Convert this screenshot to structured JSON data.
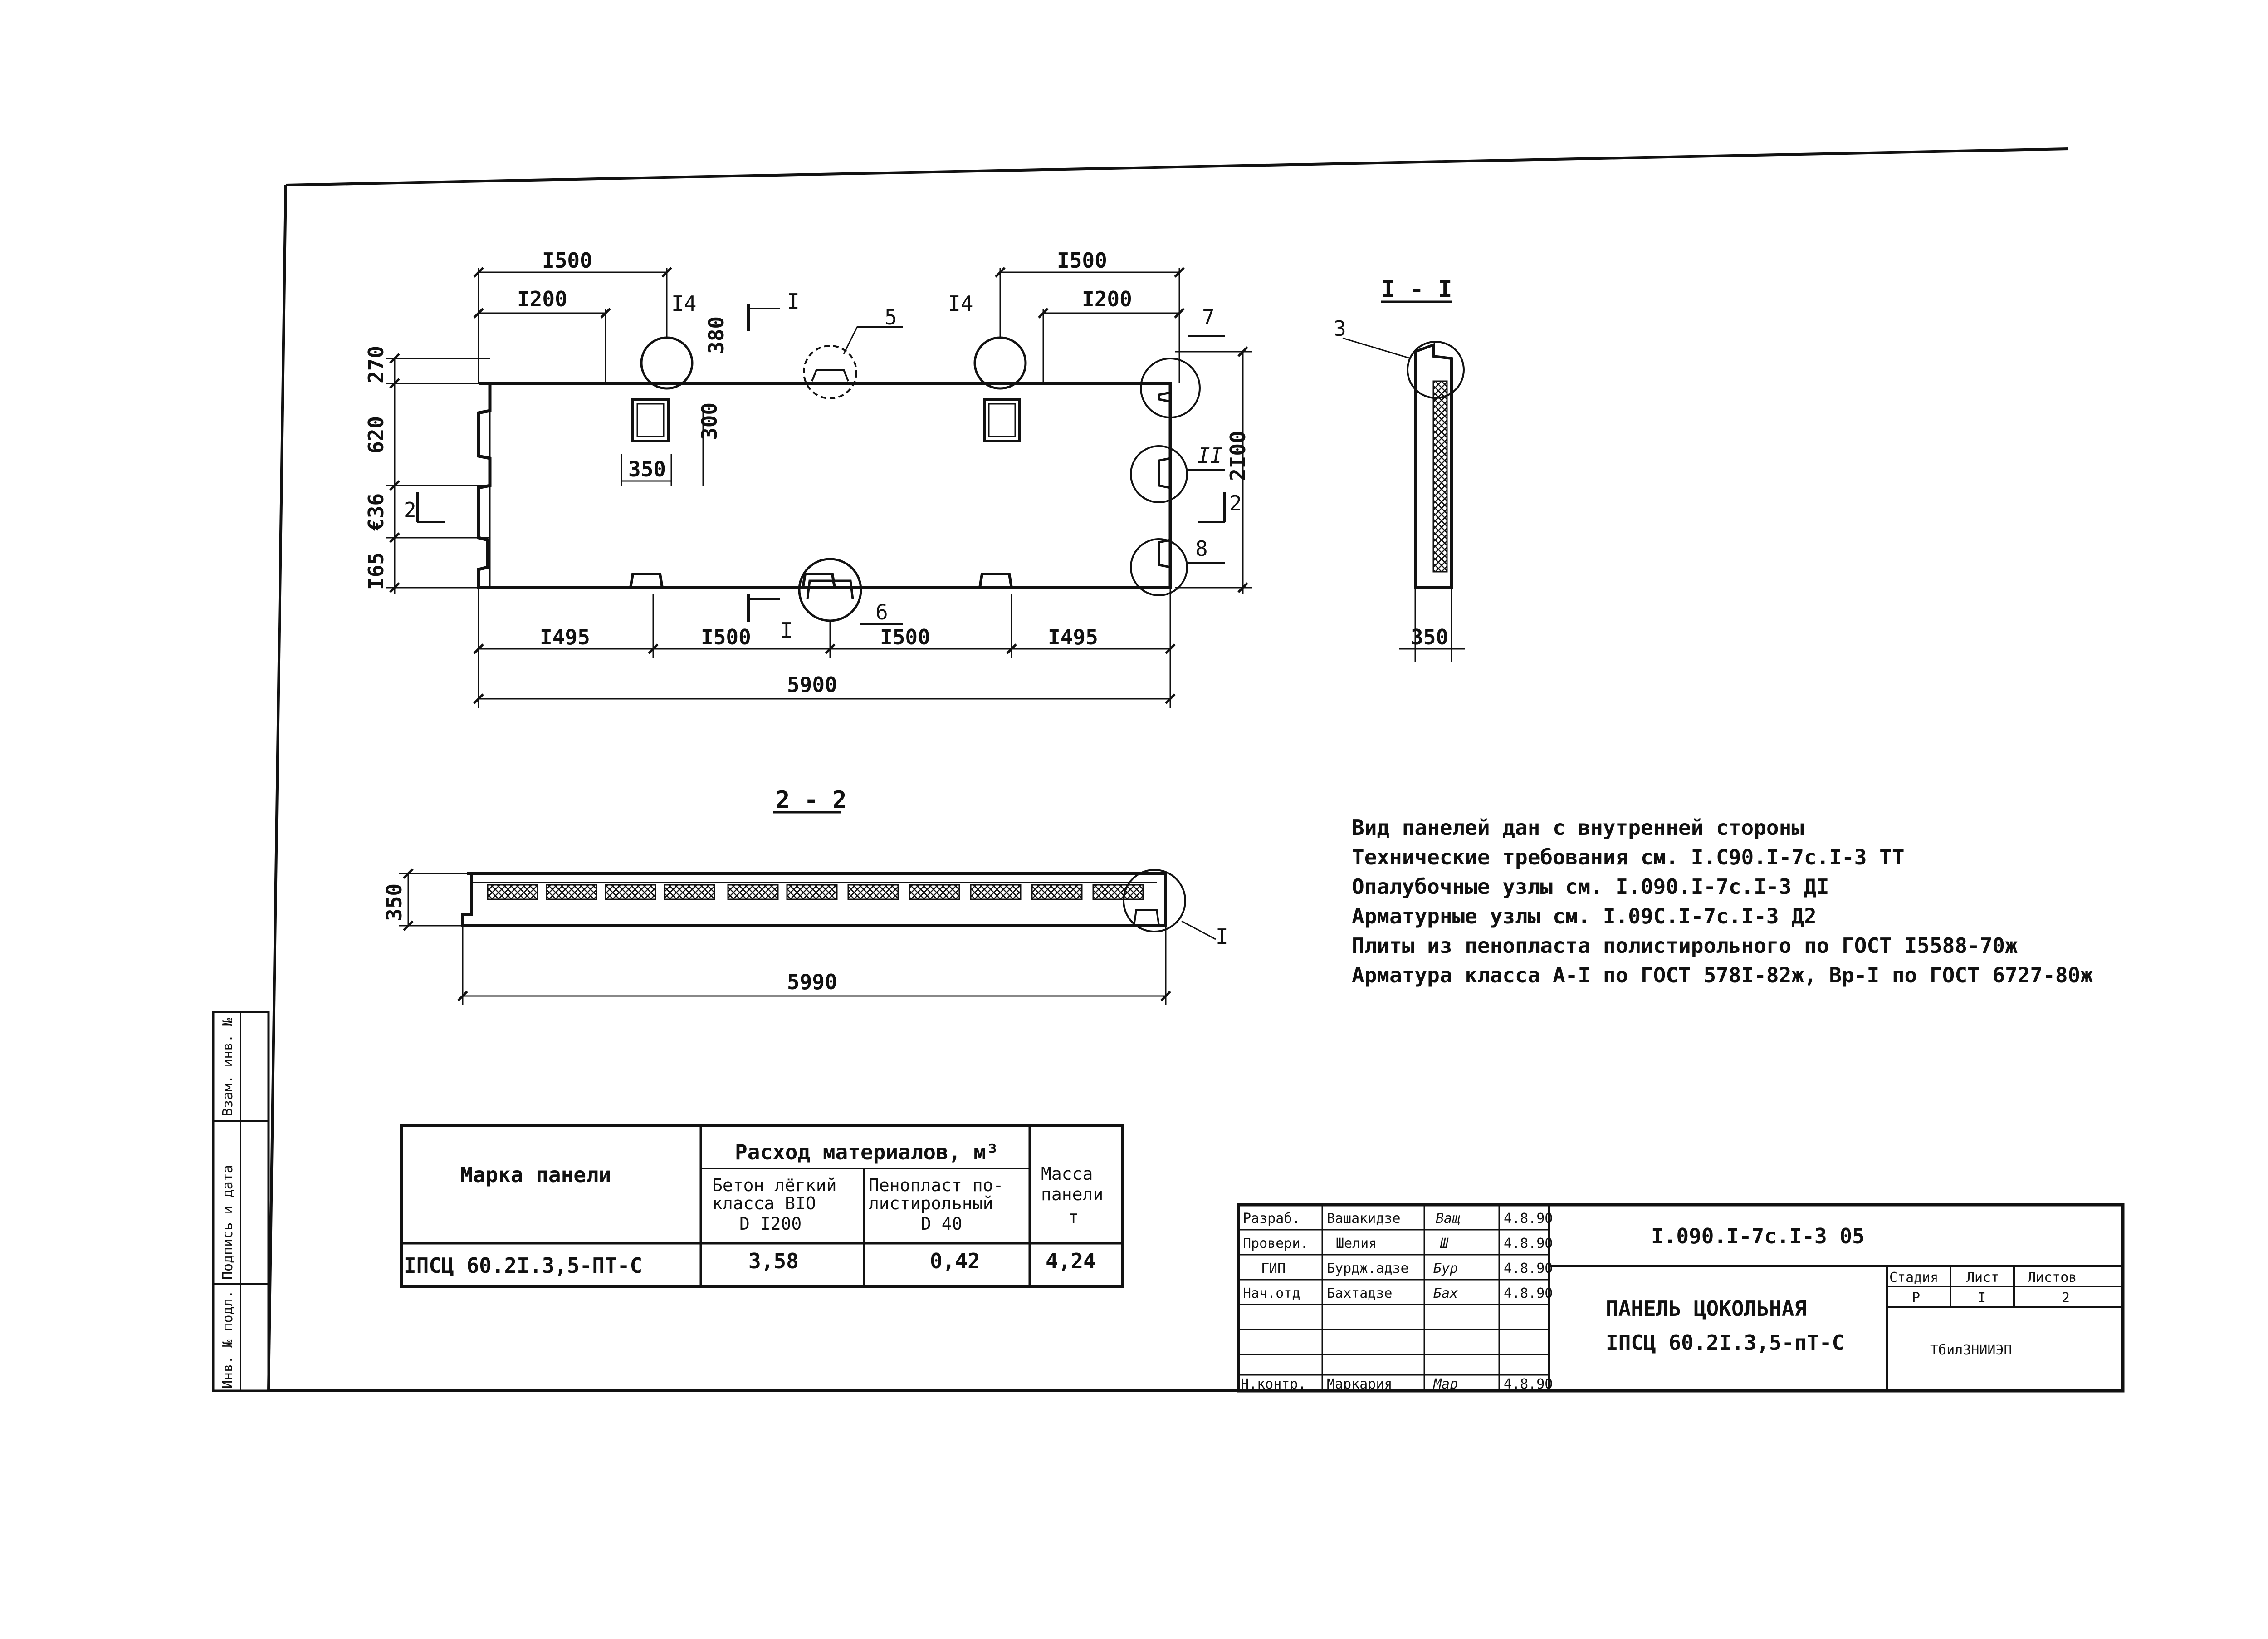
{
  "plan": {
    "dims_top_left": [
      "I500",
      "I200"
    ],
    "dims_top_right": [
      "I500",
      "I200"
    ],
    "dims_left": [
      "270",
      "620",
      "€36",
      "I65"
    ],
    "dim_380": "380",
    "dim_300": "300",
    "dim_350": "350",
    "dim_2100": "2I00",
    "dims_bottom": [
      "I495",
      "I500",
      "I500",
      "I495"
    ],
    "overall": "5900",
    "callouts": {
      "c14a": "I4",
      "c14b": "I4",
      "c5": "5",
      "c6": "6",
      "c7": "7",
      "c8": "8",
      "cII": "II",
      "cut1": "I",
      "cut1b": "I",
      "cut2a": "2",
      "cut2b": "2"
    }
  },
  "section_1": {
    "title": "I - I",
    "callout": "3",
    "width": "350"
  },
  "section_2": {
    "title": "2 - 2",
    "height": "350",
    "length": "5990",
    "callout": "I"
  },
  "notes": [
    "Вид панелей дан с внутренней стороны",
    "Технические требования см. I.С90.I-7с.I-3 ТТ",
    "Опалубочные узлы см. I.090.I-7с.I-3 ДI",
    "Арматурные узлы см. I.09С.I-7с.I-3 Д2",
    "Плиты из пенопласта полистирольного по ГОСТ I5588-70ж",
    "Арматура класса А-I по ГОСТ 578I-82ж, Вр-I по ГОСТ 6727-80ж"
  ],
  "materials_table": {
    "head_mark": "Марка панели",
    "head_consumption": "Расход материалов, м³",
    "head_concrete": [
      "Бетон лёгкий",
      "класса  BIO",
      "D I200"
    ],
    "head_foam": [
      "Пенопласт по-",
      "листирольный",
      "D 40"
    ],
    "head_mass": [
      "Масса",
      "панели",
      "т"
    ],
    "row": {
      "mark": "IПСЦ 60.2I.3,5-ПТ-С",
      "concrete": "3,58",
      "foam": "0,42",
      "mass": "4,24"
    }
  },
  "title_block": {
    "code": "I.090.I-7с.I-3 05",
    "title_line1": "ПАНЕЛЬ ЦОКОЛЬНАЯ",
    "title_line2": "IПСЦ 60.2I.3,5-пТ-С",
    "stage_label": "Стадия",
    "sheet_label": "Лист",
    "sheets_label": "Листов",
    "stage": "Р",
    "sheet": "I",
    "sheets": "2",
    "org": "ТбилЗНИИЭП",
    "rows": [
      {
        "role": "Разраб.",
        "name": "Вашакидзе",
        "sign": "Ващ",
        "date": "4.8.90"
      },
      {
        "role": "Провери.",
        "name": "Шелия",
        "sign": "Ш",
        "date": "4.8.90"
      },
      {
        "role": "ГИП",
        "name": "Бурдж.адзе",
        "sign": "Бур",
        "date": "4.8.90"
      },
      {
        "role": "Нач.отд",
        "name": "Бахтадзе",
        "sign": "Бах",
        "date": "4.8.90"
      },
      {
        "role": "",
        "name": "",
        "sign": "",
        "date": ""
      },
      {
        "role": "",
        "name": "",
        "sign": "",
        "date": ""
      },
      {
        "role": "Н.контр.",
        "name": "Маркария",
        "sign": "Мар",
        "date": "4.8.90"
      }
    ]
  },
  "side_stamp": [
    "Инв. № подл.",
    "Подпись и дата",
    "Взам. инв. №"
  ]
}
